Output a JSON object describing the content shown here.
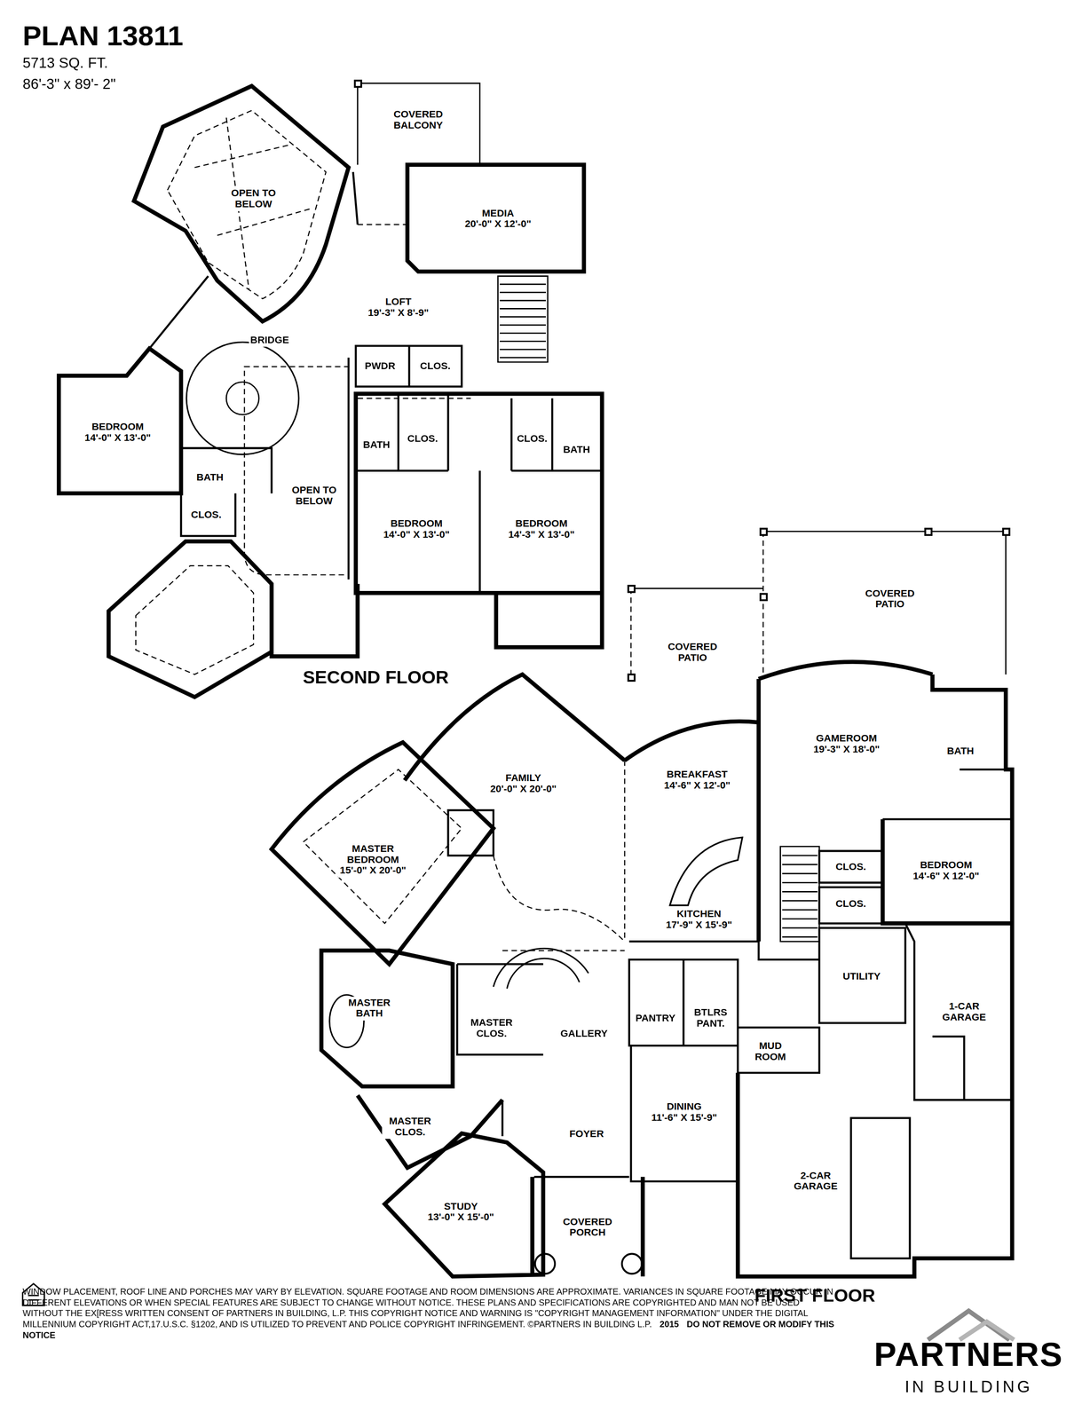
{
  "diagram": {
    "title": "PLAN 13811",
    "nodes": [
      {
        "text": [
          "OPEN TO BELOW"
        ]
      },
      {
        "text": [
          "COVERED BALCONY"
        ]
      },
      {
        "text": [
          "MEDIA",
          "20'-0\" X 12'-0\""
        ]
      },
      {
        "text": [
          "LOFT",
          "19'-3\" X 8'-9\""
        ]
      },
      {
        "text": [
          "BRIDGE"
        ]
      },
      {
        "text": [
          "PWDR"
        ]
      },
      {
        "text": [
          "CLOS."
        ]
      },
      {
        "text": [
          "BEDROOM",
          "14'-0\" X 13'-0\""
        ]
      },
      {
        "text": [
          "BATH"
        ]
      },
      {
        "text": [
          "CLOS."
        ]
      },
      {
        "text": [
          "CLOS."
        ]
      },
      {
        "text": [
          "BATH"
        ]
      },
      {
        "text": [
          "BATH"
        ]
      },
      {
        "text": [
          "CLOS."
        ]
      },
      {
        "text": [
          "OPEN TO BELOW"
        ]
      },
      {
        "text": [
          "BEDROOM",
          "14'-0\" X 13'-0\""
        ]
      },
      {
        "text": [
          "BEDROOM",
          "14'-3\" X 13'-0\""
        ]
      },
      {
        "text": [
          "COVERED PATIO"
        ]
      },
      {
        "text": [
          "COVERED PATIO"
        ]
      },
      {
        "text": [
          "GAMEROOM",
          "19'-3\" X 18'-0\""
        ]
      },
      {
        "text": [
          "BATH"
        ]
      },
      {
        "text": [
          "FAMILY",
          "20'-0\" X 20'-0\""
        ]
      },
      {
        "text": [
          "BREAKFAST",
          "14'-6\" X 12'-0\""
        ]
      },
      {
        "text": [
          "MASTER BEDROOM",
          "15'-0\" X 20'-0\""
        ]
      },
      {
        "text": [
          "CLOS."
        ]
      },
      {
        "text": [
          "BEDROOM",
          "14'-6\" X 12'-0\""
        ]
      },
      {
        "text": [
          "CLOS."
        ]
      },
      {
        "text": [
          "KITCHEN",
          "17'-9\" X 15'-9\""
        ]
      },
      {
        "text": [
          "UTILITY"
        ]
      },
      {
        "text": [
          "MASTER BATH"
        ]
      },
      {
        "text": [
          "PANTRY"
        ]
      },
      {
        "text": [
          "BTLRS PANT."
        ]
      },
      {
        "text": [
          "MASTER CLOS."
        ]
      },
      {
        "text": [
          "GALLERY"
        ]
      },
      {
        "text": [
          "1-CAR GARAGE"
        ]
      },
      {
        "text": [
          "MUD ROOM"
        ]
      },
      {
        "text": [
          "MASTER CLOS."
        ]
      },
      {
        "text": [
          "FOYER"
        ]
      },
      {
        "text": [
          "DINING",
          "11'-6\" X 15'-9\""
        ]
      },
      {
        "text": [
          "2-CAR GARAGE"
        ]
      },
      {
        "text": [
          "STUDY",
          "13'-0\" X 15'-0\""
        ]
      },
      {
        "text": [
          "COVERED PORCH"
        ]
      }
    ],
    "labels": [
      "5713 SQ. FT.",
      "86'-3\" x 89'- 2\"",
      "SECOND FLOOR",
      "FIRST FLOOR",
      "PARTNERS",
      "IN BUILDING",
      "WINDOW PLACEMENT, ROOF LINE AND PORCHES MAY VARY BY ELEVATION. SQUARE FOOTAGE AND ROOM DIMENSIONS ARE APPROXIMATE. VARIANCES IN SQUARE FOOTAGE MAY OCCUR IN DIFFERENT ELEVATIONS OR WHEN SPECIAL FEATURES ARE SUBJECT TO CHANGE WITHOUT NOTICE. THESE PLANS AND SPECIFICATIONS ARE COPYRIGHTED AND MAN NOT BE USED WITHOUT THE EX[RESS WRITTEN CONSENT OF PARTNERS IN BUILDING, L.P. THIS COPYRIGHT NOTICE AND WARNING IS \"COPYRIGHT MANAGEMENT INFORMATION\" UNDER THE DIGITAL MILLENNIUM COPYRIGHT ACT,17.U.S.C. §1202, AND IS UTILIZED TO PREVENT AND POLICE COPYRIGHT INFRINGEMENT. ©PARTNERS IN BUILDING L.P.",
      "2015",
      "DO NOT REMOVE OR MODIFY THIS NOTICE"
    ]
  }
}
